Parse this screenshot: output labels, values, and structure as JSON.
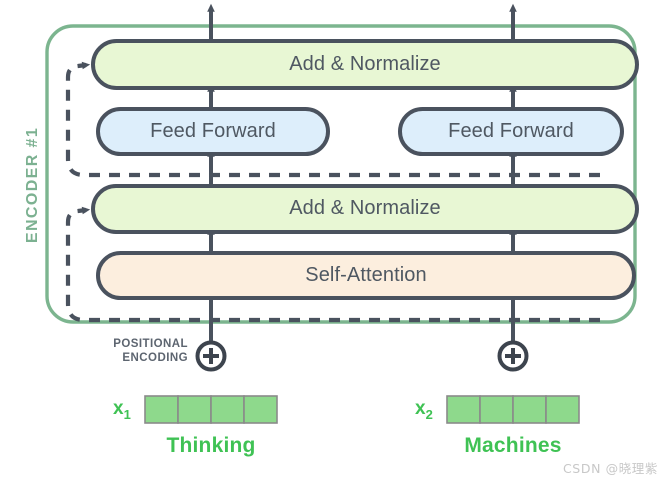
{
  "figure": {
    "encoder_label": "ENCODER #1",
    "positional_encoding_line1": "POSITIONAL",
    "positional_encoding_line2": "ENCODING",
    "watermark": "CSDN @晓理紫"
  },
  "layers": {
    "add_norm_top_label": "Add & Normalize",
    "add_norm_bottom_label": "Add & Normalize",
    "feed_forward_left_label": "Feed Forward",
    "feed_forward_right_label": "Feed Forward",
    "self_attention_label": "Self-Attention"
  },
  "inputs": [
    {
      "symbol": "x",
      "index": "1",
      "word": "Thinking",
      "cells": 4
    },
    {
      "symbol": "x",
      "index": "2",
      "word": "Machines",
      "cells": 4
    }
  ],
  "icons": {
    "plus_circle": "⊕",
    "arrow_up": "▲"
  },
  "colors": {
    "encoder_border": "#7cb58f",
    "add_norm_fill": "#e8f7d4",
    "feed_forward_fill": "#ddeefb",
    "self_attention_fill": "#fceede",
    "box_stroke": "#4a525e",
    "arrow": "#4a525e",
    "embedding_fill": "#8ed98c",
    "embedding_stroke": "#8a8a8a",
    "word_text": "#3fc254",
    "encoder_text": "#7cb191",
    "label_text": "#4f5862",
    "watermark_text": "#c8c8c8"
  }
}
